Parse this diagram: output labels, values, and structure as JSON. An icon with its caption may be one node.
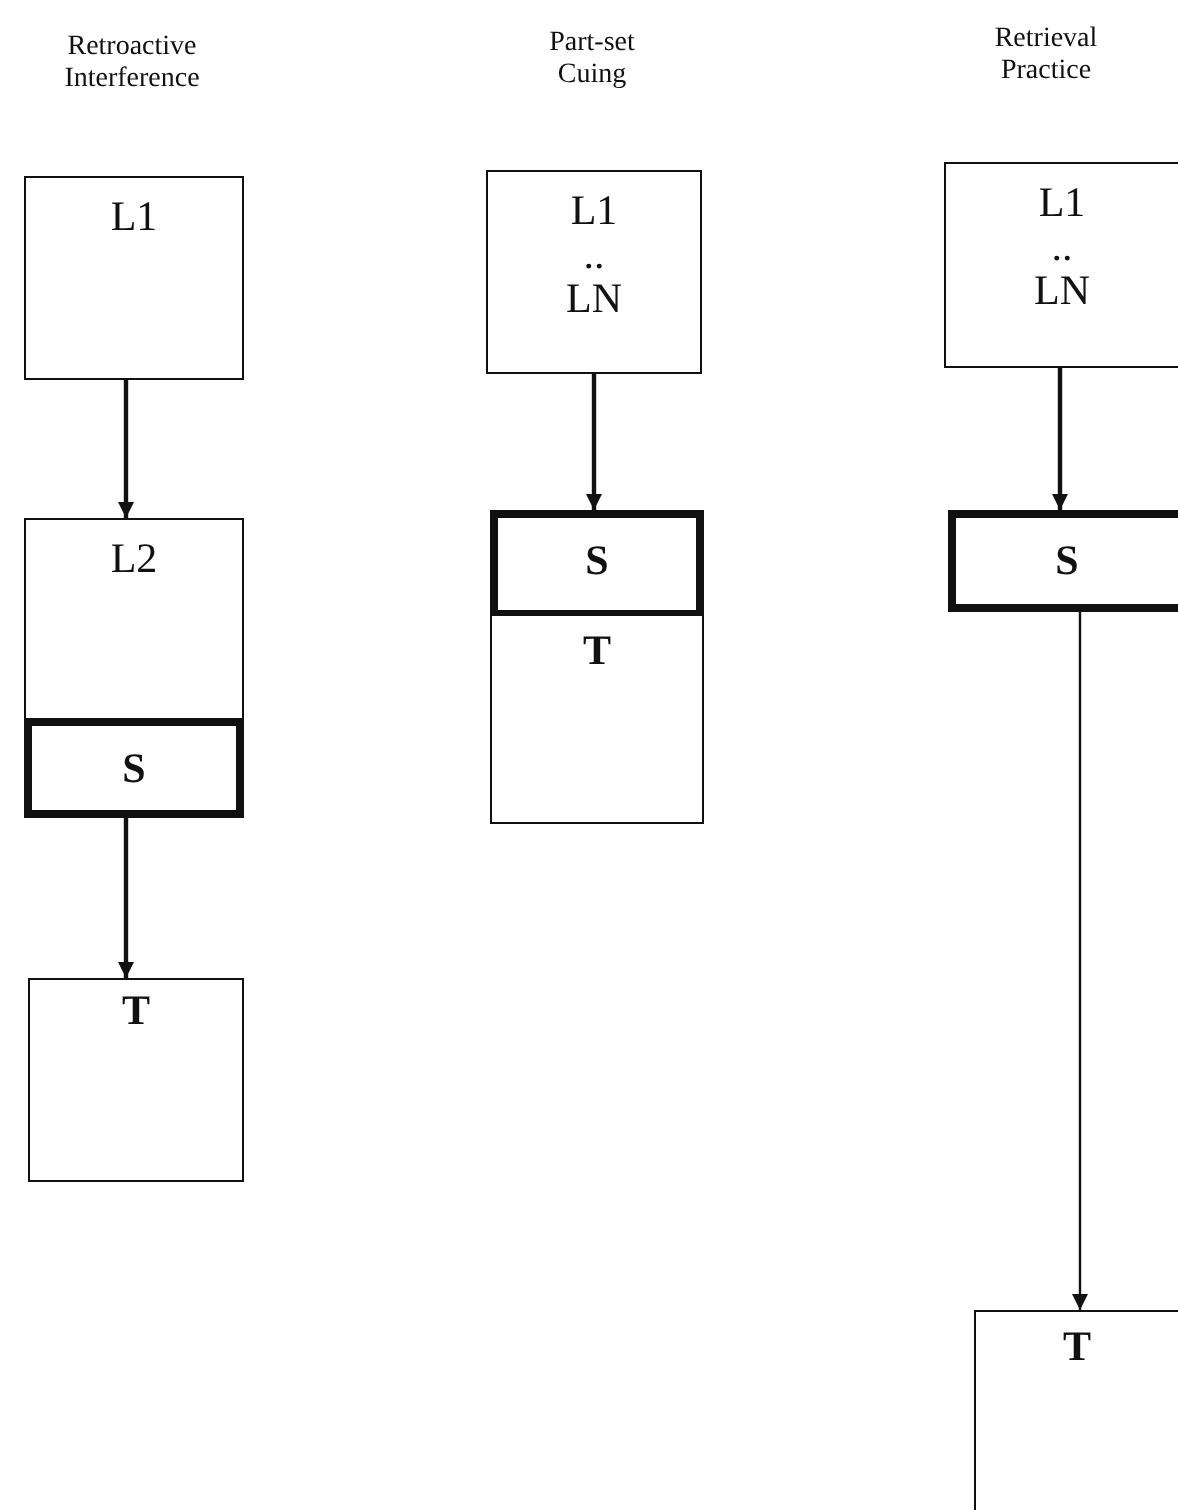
{
  "diagram": {
    "nodes": [
      {
        "text": [
          "L1"
        ]
      },
      {
        "text": [
          "L2"
        ]
      },
      {
        "text": [
          "S"
        ]
      },
      {
        "text": [
          "T"
        ]
      },
      {
        "text": [
          "L1",
          "..",
          "LN"
        ]
      },
      {
        "text": [
          "S"
        ]
      },
      {
        "text": [
          "T"
        ]
      },
      {
        "text": [
          "L1",
          "..",
          "LN"
        ]
      },
      {
        "text": [
          "S"
        ]
      },
      {
        "text": [
          "T"
        ]
      }
    ],
    "edges": [
      {
        "from": 0,
        "to": 1,
        "arrow": "to"
      },
      {
        "from": 2,
        "to": 3,
        "arrow": "to"
      },
      {
        "from": 4,
        "to": 5,
        "arrow": "to"
      },
      {
        "from": 7,
        "to": 8,
        "arrow": "to"
      },
      {
        "from": 8,
        "to": 9,
        "arrow": "to"
      }
    ],
    "labels": [
      "Retroactive Interference",
      "Part-set Cuing",
      "Retrieval Practice"
    ]
  }
}
